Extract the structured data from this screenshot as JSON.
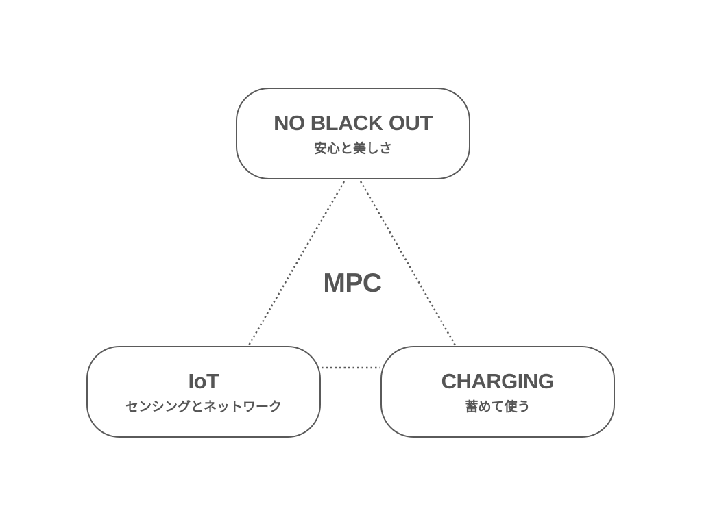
{
  "diagram": {
    "center_label": "MPC",
    "nodes": [
      {
        "id": "top",
        "title": "NO BLACK OUT",
        "subtitle": "安心と美しさ"
      },
      {
        "id": "left",
        "title": "IoT",
        "subtitle": "センシングとネットワーク"
      },
      {
        "id": "right",
        "title": "CHARGING",
        "subtitle": "蓄めて使う"
      }
    ],
    "edges": [
      {
        "from": "top",
        "to": "left",
        "style": "dotted"
      },
      {
        "from": "top",
        "to": "right",
        "style": "dotted"
      },
      {
        "from": "left",
        "to": "right",
        "style": "dotted"
      }
    ],
    "colors": {
      "stroke": "#5a5a5a",
      "text": "#555555",
      "background": "#ffffff"
    }
  }
}
